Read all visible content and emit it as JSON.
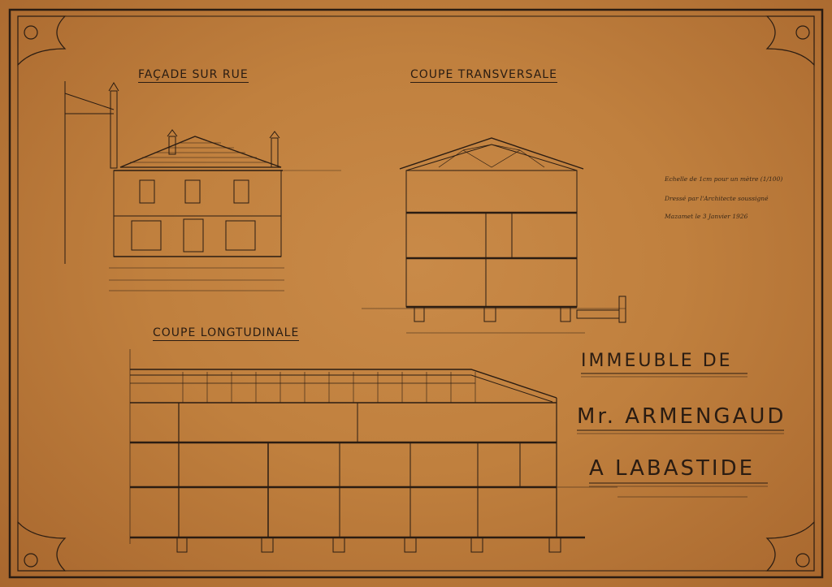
{
  "titles": {
    "facade": "FAÇADE SUR RUE",
    "coupe_transversale": "COUPE TRANSVERSALE",
    "coupe_longitudinale": "COUPE LONGTUDINALE"
  },
  "notes": {
    "scale": "Echelle de 1cm pour un mètre (1/100)",
    "drawn_by": "Dressé par l'Architecte soussigné",
    "date": "Mazamet le 3 Janvier 1926"
  },
  "title_block": {
    "line1": "IMMEUBLE DE",
    "line2": "Mr. ARMENGAUD",
    "line3": "A LABASTIDE"
  },
  "colors": {
    "paper": "#c0803e",
    "ink": "#2a1c12"
  },
  "icons": [
    "corner-ornament-icon"
  ]
}
